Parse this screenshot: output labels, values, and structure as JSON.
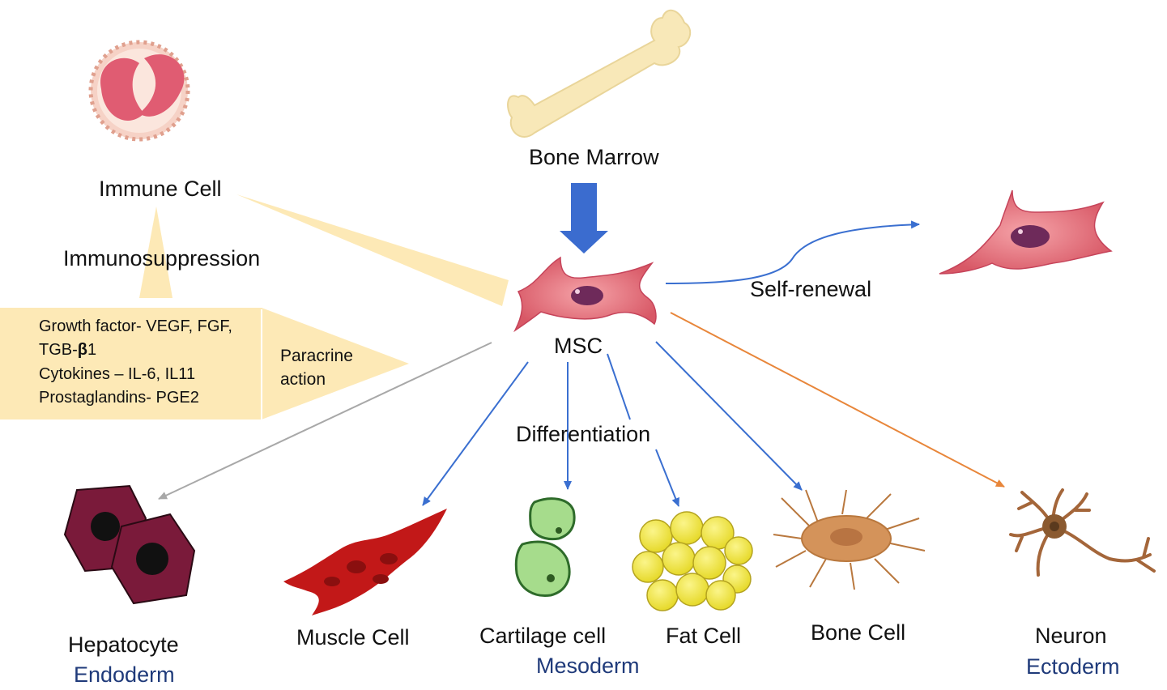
{
  "labels": {
    "bone_marrow": "Bone Marrow",
    "immune_cell": "Immune Cell",
    "immunosuppression": "Immunosuppression",
    "self_renewal": "Self-renewal",
    "msc": "MSC",
    "differentiation": "Differentiation",
    "paracrine_line1": "Paracrine",
    "paracrine_line2": "action"
  },
  "factors": {
    "growth_factor": "Growth factor-  VEGF, FGF,",
    "tgb_prefix": "TGB-",
    "tgb_beta": "β",
    "tgb_suffix": "1",
    "cytokines": "Cytokines – IL-6, IL11",
    "prostaglandins": "Prostaglandins- PGE2"
  },
  "cells": {
    "hepatocyte": "Hepatocyte",
    "muscle": "Muscle Cell",
    "cartilage": "Cartilage cell",
    "fat": "Fat Cell",
    "bone": "Bone Cell",
    "neuron": "Neuron"
  },
  "germ_layers": {
    "endoderm": "Endoderm",
    "mesoderm": "Mesoderm",
    "ectoderm": "Ectoderm"
  },
  "colors": {
    "cream_panel": "#fde9b6",
    "arrow_blue": "#3a6fd0",
    "big_arrow": "#3b6ccf",
    "arrow_gray": "#a8a8a8",
    "arrow_orange": "#e8863a",
    "layer_text": "#1f3a7a"
  }
}
